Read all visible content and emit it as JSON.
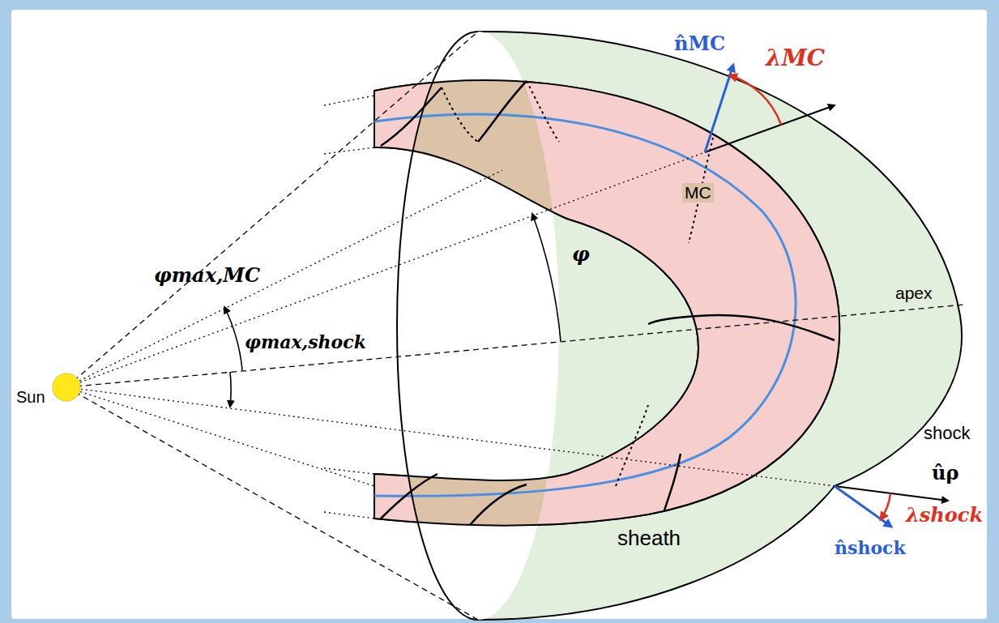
{
  "diagram": {
    "nodes": [
      {
        "text": [
          "Sun"
        ]
      }
    ],
    "labels": [
      "φmax,MC",
      "φmax,shock",
      "φ",
      "n̂MC",
      "λMC",
      "MC",
      "apex",
      "shock",
      "sheath",
      "ûρ",
      "n̂shock",
      "λshock"
    ]
  }
}
